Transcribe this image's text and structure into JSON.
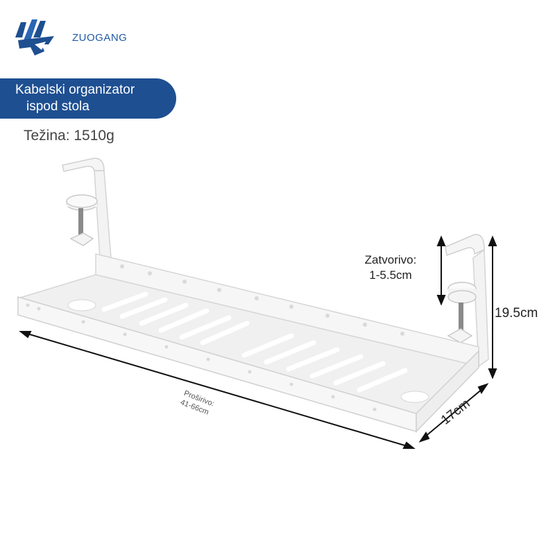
{
  "brand": {
    "name": "ZUOGANG"
  },
  "banner": {
    "line1": "Kabelski organizator",
    "line2": "ispod stola"
  },
  "weight": {
    "label": "Težina: 1510g"
  },
  "dimensions": {
    "clamp_label": "Zatvorivo:",
    "clamp_range": "1-5.5cm",
    "height": "19.5cm",
    "depth": "17cm",
    "extend_label": "Proširivo:",
    "extend_range": "41-66cm"
  },
  "colors": {
    "brand_blue": "#1e4f91",
    "tray": "#f2f2f2",
    "tray_edge": "#d6d6d6"
  }
}
